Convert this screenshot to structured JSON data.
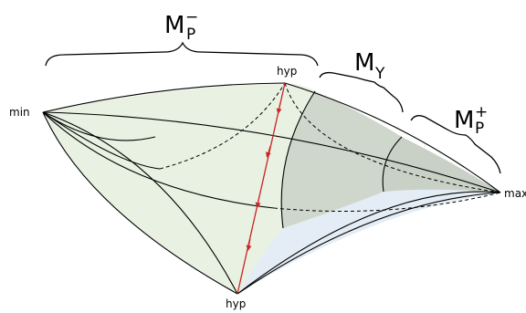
{
  "labels": {
    "min": "min",
    "max": "max",
    "hyp_top": "hyp",
    "hyp_bottom": "hyp"
  },
  "brace_labels": {
    "mp_minus": {
      "base": "M",
      "sub": "P",
      "sup": "−"
    },
    "my": {
      "base": "M",
      "sub": "Y"
    },
    "mp_plus": {
      "base": "M",
      "sub": "P",
      "sup": "+"
    }
  },
  "colors": {
    "mp_minus_fill": "#e8f1e2",
    "my_fill": "#cfd6cc",
    "lower_fill": "#e4edf5",
    "stroke": "#000000",
    "arrow": "#cc2222"
  }
}
